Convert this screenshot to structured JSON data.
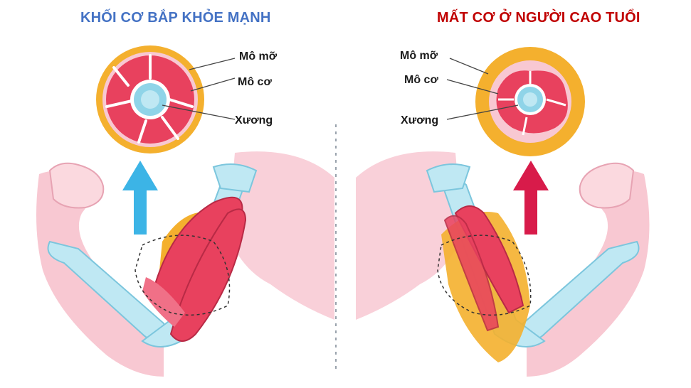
{
  "healthy": {
    "title": "KHỐI CƠ BẮP KHỎE MẠNH",
    "labels": {
      "fat": "Mô mỡ",
      "muscle": "Mô cơ",
      "bone": "Xương"
    }
  },
  "elderly": {
    "title": "MẤT CƠ Ở NGƯỜI CAO TUỔI",
    "labels": {
      "fat": "Mô mỡ",
      "muscle": "Mô cơ",
      "bone": "Xương"
    }
  },
  "colors": {
    "title_left": "#4472c4",
    "title_right": "#c00000",
    "fat": "#f4b02e",
    "muscle": "#e8415e",
    "bone": "#8fd4e8",
    "skin": "#f8c8d2",
    "arrow_left": "#3cb4e6",
    "arrow_right": "#d81b4a"
  },
  "icons": {
    "arrow_left": "up-arrow-icon",
    "arrow_right": "up-arrow-icon"
  }
}
